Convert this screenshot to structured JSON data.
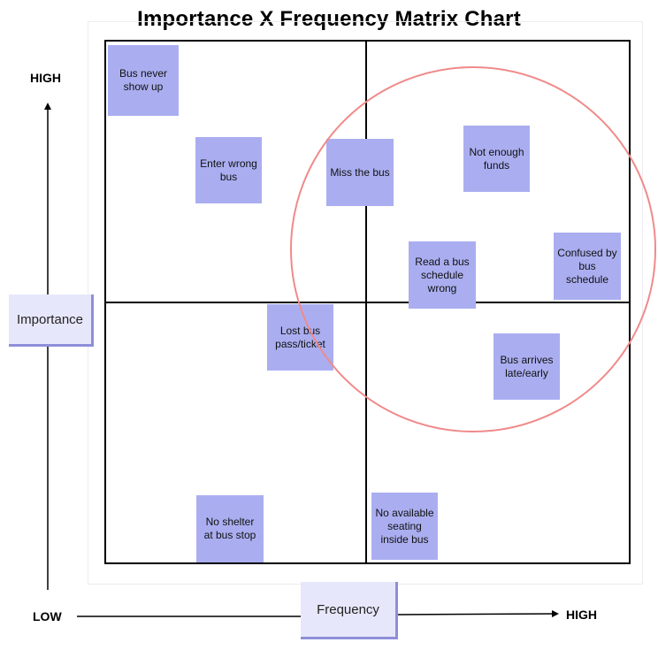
{
  "title": "Importance X Frequency Matrix Chart",
  "axes": {
    "y_label": "Importance",
    "x_label": "Frequency",
    "high_top": "HIGH",
    "low": "LOW",
    "high_right": "HIGH"
  },
  "notes": [
    {
      "text": "Bus never show up"
    },
    {
      "text": "Enter wrong bus"
    },
    {
      "text": "Miss the bus"
    },
    {
      "text": "Not enough funds"
    },
    {
      "text": "Read a bus schedule wrong"
    },
    {
      "text": "Confused by bus schedule"
    },
    {
      "text": "Lost bus pass/ticket"
    },
    {
      "text": "Bus arrives late/early"
    },
    {
      "text": "No shelter at bus stop"
    },
    {
      "text": "No available seating inside bus"
    }
  ],
  "colors": {
    "note": "#aaaef0",
    "circle": "#f08a8a",
    "axis_box": "#e7e7fb"
  }
}
